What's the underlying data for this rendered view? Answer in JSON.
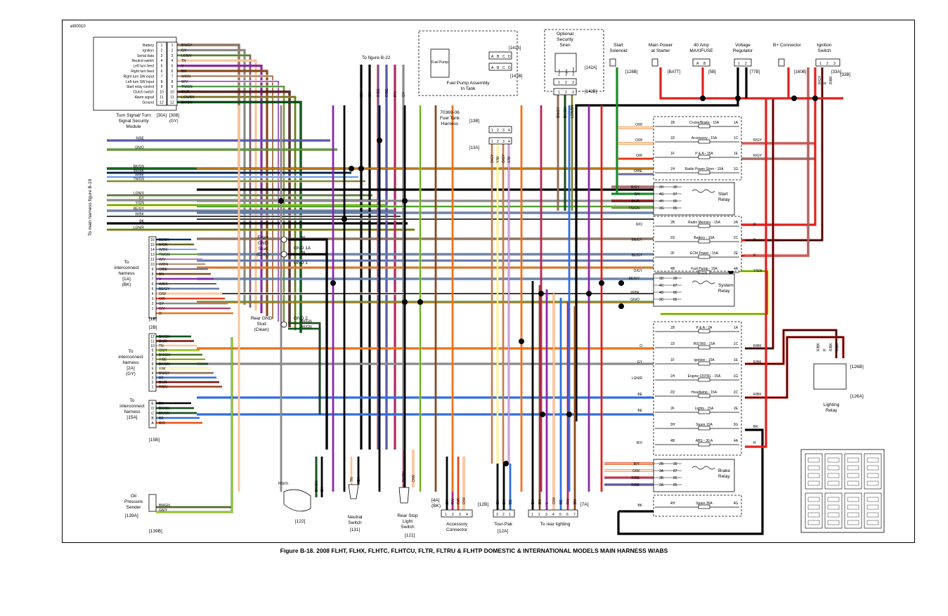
{
  "figure_id": "et00010",
  "caption": "Figure B-18. 2008 FLHT, FLHX, FLHTC, FLHTCU, FLTR, FLTRU & FLHTP DOMESTIC & INTERNATIONAL MODELS MAIN HARNESS W/ABS",
  "turn_module": {
    "title": "Turn Signal/ Turn Signal Security Module",
    "conn_a": "[30A]",
    "conn_b": "[30B]",
    "conn_b_color": "(GY)",
    "pins": [
      {
        "n": "1",
        "label": "Battery",
        "wire": "BN/GY"
      },
      {
        "n": "2",
        "label": "Ignition",
        "wire": "GY"
      },
      {
        "n": "3",
        "label": "Serial data",
        "wire": "LGN/V"
      },
      {
        "n": "4",
        "label": "Neutral switch",
        "wire": "TN"
      },
      {
        "n": "5",
        "label": "Left turn feed",
        "wire": "V"
      },
      {
        "n": "6",
        "label": "Right turn feed",
        "wire": "BN"
      },
      {
        "n": "7",
        "label": "Right turn SW input",
        "wire": "W/BN"
      },
      {
        "n": "8",
        "label": "Left turn SW input",
        "wire": "W/V"
      },
      {
        "n": "9",
        "label": "Start relay control",
        "wire": "TN/GN"
      },
      {
        "n": "10",
        "label": "Clutch switch",
        "wire": "BK/R"
      },
      {
        "n": "11",
        "label": "Alarm signal",
        "wire": "LGN/BN"
      },
      {
        "n": "12",
        "label": "Ground",
        "wire": "BK/GN"
      }
    ]
  },
  "to_fig_b19": "To main harness figure B-19",
  "b19_wires": [
    "R/BE",
    "GN/O",
    "BK/GN",
    "BE/BK",
    "W/BE",
    "TN/GN",
    "LGN/V",
    "GY",
    "Y/GN",
    "BE/GY",
    "W/BK",
    "BK",
    "LGN/R"
  ],
  "to_fig_b22": "To figure B-22",
  "b22_wires": [
    "BK",
    "BK",
    "R/BE",
    "R/BE",
    "R/V",
    "GY"
  ],
  "fuel_pump": {
    "title": "Fuel Pump Assembly In Tank",
    "pump": "Fuel Pump",
    "conn_a": "[141A]",
    "conn_b": "[141B]",
    "pins": [
      "A",
      "B",
      "C",
      "D"
    ]
  },
  "fuel_tank_harness": {
    "title": "70369-06 Fuel Tank Harness",
    "conn_a": "[13A]",
    "conn_b": "[13B]",
    "pins": [
      "1",
      "2",
      "3",
      "4"
    ],
    "wires": [
      "O/GY",
      "Y/W",
      "O/GY",
      "V/W"
    ]
  },
  "siren": {
    "title": "Optional Security Siren",
    "conn_a": "[142A]",
    "conn_b": "[142B]",
    "pins": [
      "1",
      "2",
      "3"
    ],
    "pin_labels": [
      "Power",
      "Signal",
      "Ground"
    ],
    "wires": [
      "BN/GY",
      "BK/GN",
      "LGN/BN"
    ]
  },
  "top_connectors": [
    {
      "title": "Start Solenoid",
      "conn": "[128B]"
    },
    {
      "title": "Main Power at Starter",
      "conn": "[BATT]"
    },
    {
      "title": "40 Amp MAXIFUSE",
      "conn": "[5B]",
      "pins": [
        "A",
        "B"
      ]
    },
    {
      "title": "Voltage Regulator",
      "conn": "[77B]",
      "pins": [
        "1",
        "2"
      ]
    },
    {
      "title": "B+ Connector",
      "conn": "[160B]"
    },
    {
      "title": "Ignition Switch",
      "conn_a": "[33A]",
      "conn_b": "[33B]",
      "pins": [
        "1",
        "2",
        "3"
      ],
      "wires": [
        "R/GY",
        "R",
        "R/BK"
      ]
    }
  ],
  "fuse_top": [
    {
      "l": "1B",
      "name": "Cruise/Brake - 15A",
      "r": "1A",
      "wire": "O/W"
    },
    {
      "l": "1D",
      "name": "Accessory - 15A",
      "r": "1C",
      "wire": "O/W",
      "rwire": "R/GY"
    },
    {
      "l": "1F",
      "name": "P & A - 15A",
      "r": "1E",
      "wire": "O/R",
      "rwire": "R/GY"
    },
    {
      "l": "1H",
      "name": "Radio Power Siren - 15A",
      "r": "1G",
      "wire": "O/BE"
    }
  ],
  "start_relay": {
    "title": "Start Relay",
    "rows": [
      {
        "c": "3H",
        "p": "30",
        "w": "R/GY"
      },
      {
        "c": "4G",
        "p": "87",
        "w": "GN"
      },
      {
        "c": "4H",
        "p": "86",
        "w": "BK/R"
      },
      {
        "c": "3G",
        "p": "85",
        "w": "TN/GN"
      }
    ]
  },
  "fuse_mid": [
    {
      "l": "2B",
      "name": "Radio Memory - 15A",
      "r": "2A",
      "wire": "R/O",
      "rwire": "R"
    },
    {
      "l": "2D",
      "name": "Battery - 15A",
      "r": "2C",
      "wire": "BN/GY",
      "rwire": "R"
    },
    {
      "l": "2F",
      "name": "ECM Power - 15A",
      "r": "2E",
      "wire": "BE/GY",
      "rwire": "R"
    },
    {
      "l": "4B",
      "name": "Fuel Pump - 15A",
      "r": "4A",
      "wire": "O/GY",
      "rwire": "Y/GN"
    }
  ],
  "system_relay": {
    "title": "System Relay",
    "sub": "Y/GN",
    "rows": [
      {
        "c": "3D",
        "p": "30",
        "w": "BE/GY"
      },
      {
        "c": "4C",
        "p": "87",
        "w": ""
      },
      {
        "c": "4D",
        "p": "86",
        "w": "W/BK"
      },
      {
        "c": "3C",
        "p": "85",
        "w": "GN/O"
      }
    ]
  },
  "fuse_low": [
    {
      "l": "1B",
      "name": "P & A - 2A",
      "r": "1A",
      "wire": ""
    },
    {
      "l": "1D",
      "name": "INSTR5 - 15A",
      "r": "1C",
      "wire": "O",
      "rwire": "R/BK"
    },
    {
      "l": "1F",
      "name": "Ignition - 15A",
      "r": "1E",
      "wire": "GY",
      "rwire": "R/BK"
    },
    {
      "l": "1H",
      "name": "Engine CNTRL - 15A",
      "r": "1G",
      "wire": "LGN/R"
    },
    {
      "l": "2D",
      "name": "Headlamp - 15A",
      "r": "2C",
      "wire": "BE",
      "rwire": "R/BK"
    },
    {
      "l": "2F",
      "name": "Lights - 15A",
      "r": "2E",
      "wire": "BE"
    },
    {
      "l": "3H",
      "name": "Spare 15A",
      "r": "3G",
      "wire": "",
      "rwire": "BK"
    },
    {
      "l": "4B",
      "name": "ABS - 30 A",
      "r": "4A",
      "wire": "R/V",
      "rwire": "R"
    }
  ],
  "brake_relay": {
    "title": "Brake Relay",
    "rows": [
      {
        "c": "2B",
        "p": "30",
        "w": "R/Y"
      },
      {
        "c": "3A",
        "p": "87",
        "w": "O/W"
      },
      {
        "c": "3B",
        "p": "86",
        "w": "R/BE"
      },
      {
        "c": "2A",
        "p": "85",
        "w": "R/BE"
      }
    ]
  },
  "spare30": {
    "l": "4H",
    "name": "Spare 30A",
    "r": "4G",
    "wire": "BK"
  },
  "lighting_relay": {
    "title": "Lighting Relay",
    "conn_a": "[126A]",
    "conn_b": "[126B]",
    "wires": [
      "R/BK",
      "R",
      "R/BK",
      "R/BK"
    ]
  },
  "interconnect_1a": {
    "title": "To interconnect harness",
    "conn": "[1A]",
    "color": "(BK)",
    "conn_b": "[1B]",
    "pins": [
      {
        "n": "16",
        "w": "BE/BK"
      },
      {
        "n": "15",
        "w": "R/GN"
      },
      {
        "n": "14",
        "w": "W/BE"
      },
      {
        "n": "13",
        "w": "TN/GN"
      },
      {
        "n": "11",
        "w": "W/V"
      },
      {
        "n": "10",
        "w": "W/BN"
      },
      {
        "n": "9",
        "w": "O/BE"
      },
      {
        "n": "8",
        "w": "BN"
      },
      {
        "n": "7",
        "w": "V"
      },
      {
        "n": "6",
        "w": "W/BK"
      },
      {
        "n": "5",
        "w": "BE/GY"
      },
      {
        "n": "4",
        "w": "O/W"
      },
      {
        "n": "3",
        "w": "O/R"
      },
      {
        "n": "2",
        "w": "GY"
      },
      {
        "n": "1",
        "w": "O/V"
      },
      {
        "n": "",
        "w": "O"
      }
    ]
  },
  "interconnect_2a": {
    "title": "To interconnect harness",
    "conn": "[2A]",
    "color": "(GY)",
    "conn_b": "[2B]",
    "pins": [
      {
        "n": "12",
        "w": "BK/GN"
      },
      {
        "n": "11",
        "w": "BK/R"
      },
      {
        "n": "10",
        "w": "TN"
      },
      {
        "n": "9",
        "w": "GN/Y"
      },
      {
        "n": "8",
        "w": "BN/GN"
      },
      {
        "n": "7",
        "w": "Y/BE"
      },
      {
        "n": "6",
        "w": "BK/GN"
      },
      {
        "n": "5",
        "w": "Y/W"
      },
      {
        "n": "4",
        "w": "BN/GY"
      },
      {
        "n": "3",
        "w": "BE"
      },
      {
        "n": "2",
        "w": "BK/R"
      },
      {
        "n": "1",
        "w": "R/BN"
      }
    ]
  },
  "interconnect_15a": {
    "title": "To interconnect harness",
    "conn": "[15A]",
    "conn_b": "[15B]",
    "pins": [
      {
        "n": "E",
        "w": "BK"
      },
      {
        "n": "D",
        "w": "BK/GN"
      },
      {
        "n": "C",
        "w": "BK/GN"
      },
      {
        "n": "B",
        "w": "BE"
      },
      {
        "n": "A",
        "w": "R/O"
      }
    ]
  },
  "front_gnd": {
    "title": "Front GND Stud (Dirty)",
    "gnd1a": "GND 1A",
    "gnd1": "GND 1",
    "wires": [
      "BK",
      "BK"
    ]
  },
  "rear_gnd": {
    "title": "Rear GND Stud (Clean)",
    "gnd2": "GND 2",
    "wires": [
      "BK/GN",
      "BK/GN"
    ]
  },
  "oil_sender": {
    "title": "Oil Pressure Sender",
    "conn_a": "[139A]",
    "conn_b": "[139B]",
    "wires": [
      "BN/GN",
      "GN/Y"
    ]
  },
  "horn": {
    "title": "Horn",
    "conn": "[122]",
    "wires": [
      "BK/GN",
      "BK"
    ]
  },
  "neutral": {
    "title": "Neutral Switch",
    "conn": "[131]",
    "wires": [
      "TN",
      "BK"
    ]
  },
  "stoplight": {
    "title": "Rear Stop Light Switch",
    "conn": "[121]",
    "wires": [
      "PK/BN",
      "O/W"
    ]
  },
  "accessory": {
    "title": "Accessory Connector",
    "conn_a": "[4A]",
    "conn_color": "(BK)",
    "conn_b": "[4B]",
    "pins": [
      "1",
      "2",
      "3",
      "4"
    ],
    "wires": [
      "BK",
      "R/V",
      "O/R",
      "O/W"
    ]
  },
  "tourpak": {
    "title": "Tour-Pak",
    "conn_a": "[12B]",
    "conn_b": "[12A]",
    "pins": [
      "3",
      "2",
      "1"
    ],
    "wires": [
      "BK",
      "BK",
      "BE"
    ]
  },
  "rear_lighting": {
    "title": "To rear lighting",
    "conn": "[7A]",
    "pins": [
      "1",
      "2",
      "3",
      "4",
      "5",
      "6",
      "7"
    ],
    "wires": [
      "BK",
      "BN",
      "V",
      "O/W",
      "BE",
      "R/V",
      "BN"
    ]
  }
}
